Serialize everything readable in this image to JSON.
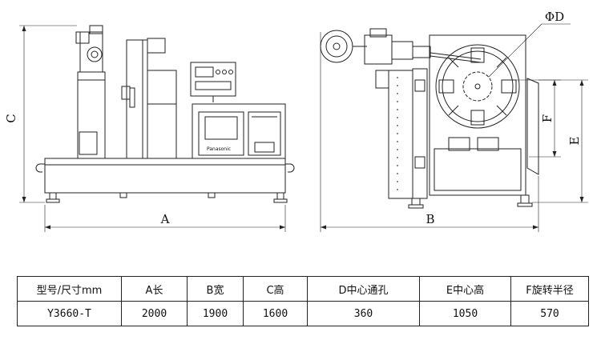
{
  "drawing": {
    "dimension_labels": {
      "a": "A",
      "b": "B",
      "c": "C",
      "d": "ΦD",
      "e": "E",
      "f": "F"
    },
    "brand": "Panasonic"
  },
  "spec_table": {
    "headers": [
      "型号/尺寸mm",
      "A长",
      "B宽",
      "C高",
      "D中心通孔",
      "E中心高",
      "F旋转半径"
    ],
    "rows": [
      [
        "Y3660-T",
        "2000",
        "1900",
        "1600",
        "360",
        "1050",
        "570"
      ]
    ]
  }
}
